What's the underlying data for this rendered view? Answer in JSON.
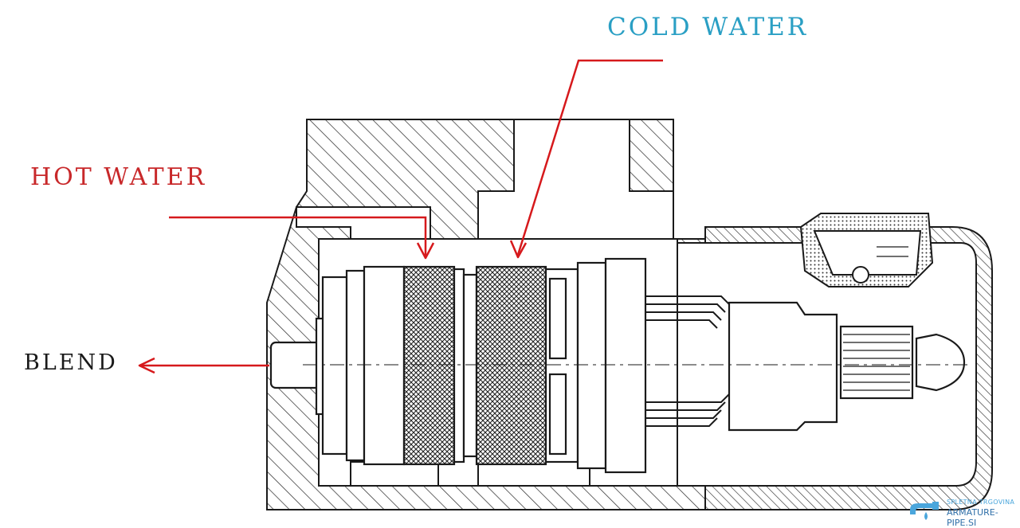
{
  "labels": {
    "cold_water": "COLD WATER",
    "hot_water": "HOT WATER",
    "blend": "BLEND"
  },
  "watermark": {
    "line1": "SPLETNA TRGOVINA",
    "line2": "ARMATURE-PIPE.SI"
  },
  "colors": {
    "label_cold": "#2a9fc4",
    "label_hot": "#c8282a",
    "label_blend": "#1a1a1a",
    "arrow": "#d6191c",
    "ink": "#1a1a1a",
    "watermark_accent": "#4aa6dc"
  },
  "icons": {
    "watermark_logo": "faucet-drop-icon"
  }
}
